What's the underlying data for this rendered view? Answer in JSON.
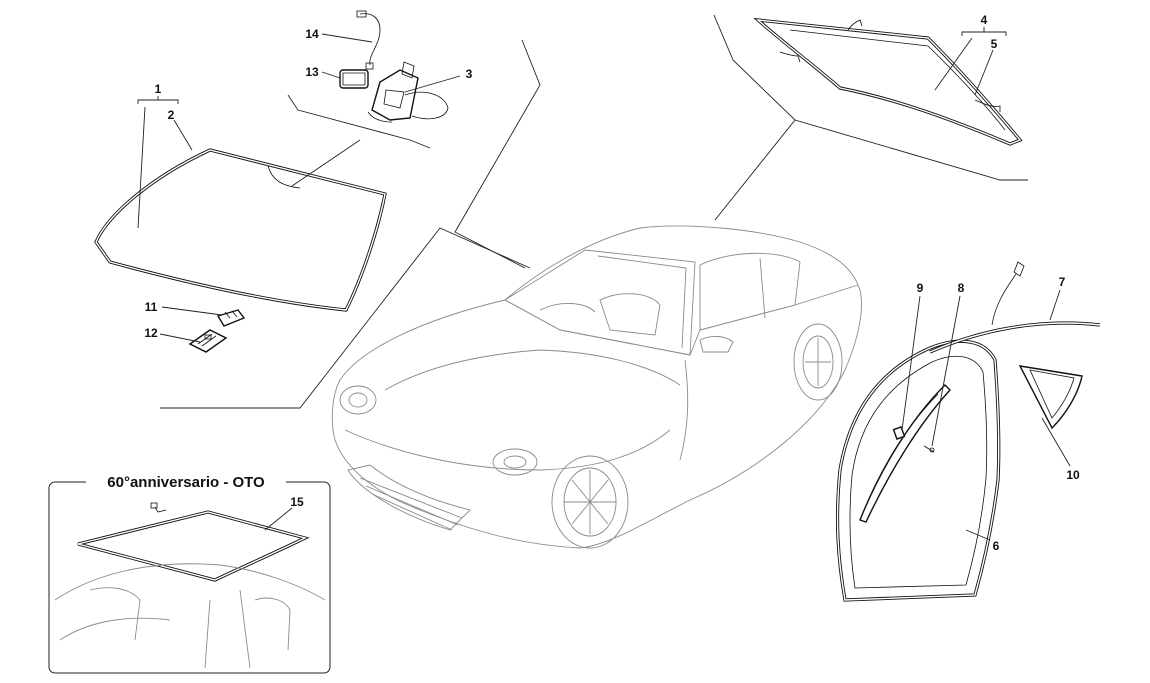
{
  "diagram": {
    "inset_title": "60°anniversario - OTO",
    "callouts": {
      "c1": "1",
      "c2": "2",
      "c3": "3",
      "c4": "4",
      "c5": "5",
      "c6": "6",
      "c7": "7",
      "c8": "8",
      "c9": "9",
      "c10": "10",
      "c11": "11",
      "c12": "12",
      "c13": "13",
      "c14": "14",
      "c15": "15"
    }
  }
}
